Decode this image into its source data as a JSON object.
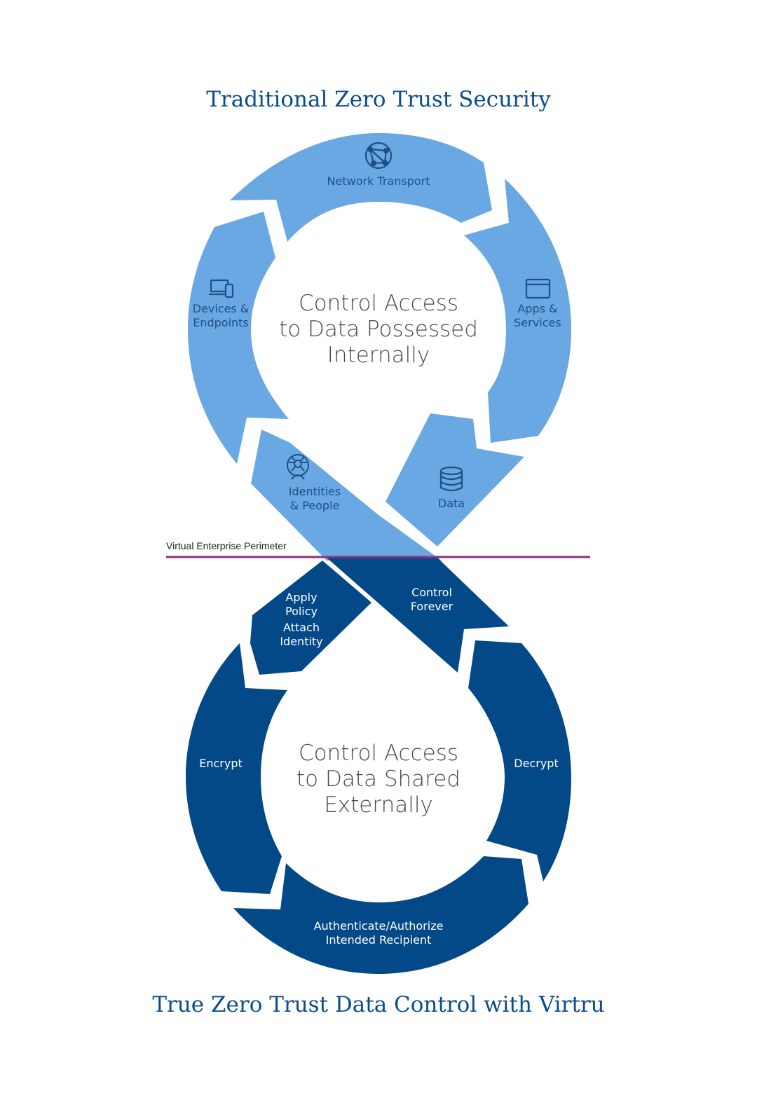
{
  "top_title": "Traditional Zero Trust Security",
  "bottom_title": "True Zero Trust Data Control with Virtru",
  "perimeter_label": "Virtual Enterprise Perimeter",
  "colors": {
    "light_blue": "#6aa8e3",
    "dark_blue": "#034988",
    "perimeter_line": "#8b2f7b",
    "title": "#0a4c8c"
  },
  "upper_loop": {
    "center": [
      "Control Access",
      "to Data Possessed",
      "Internally"
    ],
    "segments": {
      "network": {
        "label": "Network Transport",
        "icon": "network-globe-icon"
      },
      "apps": {
        "line1": "Apps &",
        "line2": "Services",
        "icon": "browser-window-icon"
      },
      "devices": {
        "line1": "Devices &",
        "line2": "Endpoints",
        "icon": "devices-icon"
      },
      "identities": {
        "line1": "Identities",
        "line2": "& People",
        "icon": "identity-network-icon"
      },
      "data": {
        "label": "Data",
        "icon": "database-icon"
      }
    }
  },
  "lower_loop": {
    "center": [
      "Control Access",
      "to Data Shared",
      "Externally"
    ],
    "segments": {
      "apply": {
        "line1": "Apply",
        "line2": "Policy",
        "line3": "Attach",
        "line4": "Identity"
      },
      "control": {
        "line1": "Control",
        "line2": "Forever"
      },
      "encrypt": {
        "label": "Encrypt"
      },
      "decrypt": {
        "label": "Decrypt"
      },
      "auth": {
        "line1": "Authenticate/Authorize",
        "line2": "Intended Recipient"
      }
    }
  }
}
